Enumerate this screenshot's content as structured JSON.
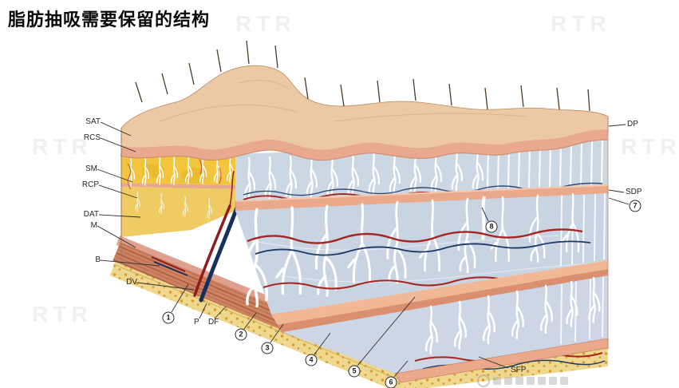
{
  "title": "脂肪抽吸需要保留的结构",
  "watermark_tile": "RTR",
  "labels": {
    "sat": "SAT",
    "rcs": "RCS",
    "sm": "SM",
    "rcp": "RCP",
    "dat": "DAT",
    "m": "M",
    "b": "B",
    "dv": "DV",
    "dp": "DP",
    "sdp": "SDP",
    "p": "P",
    "df": "DF",
    "sfp": "SFP",
    "n1": "1",
    "n2": "2",
    "n3": "3",
    "n4": "4",
    "n5": "5",
    "n6": "6",
    "n7": "7",
    "n8": "8"
  },
  "colors": {
    "skin": "#ecc9a4",
    "dermis": "#e9a98e",
    "superficial_fat": "#f3c53c",
    "deep_fat": "#eecb63",
    "septa_bed": "#ccd7e4",
    "septa": "#ffffff",
    "membrane": "#eba98b",
    "muscle": "#cd8361",
    "artery": "#a32622",
    "vein": "#1d3a66",
    "base_fat": "#eed88e"
  }
}
